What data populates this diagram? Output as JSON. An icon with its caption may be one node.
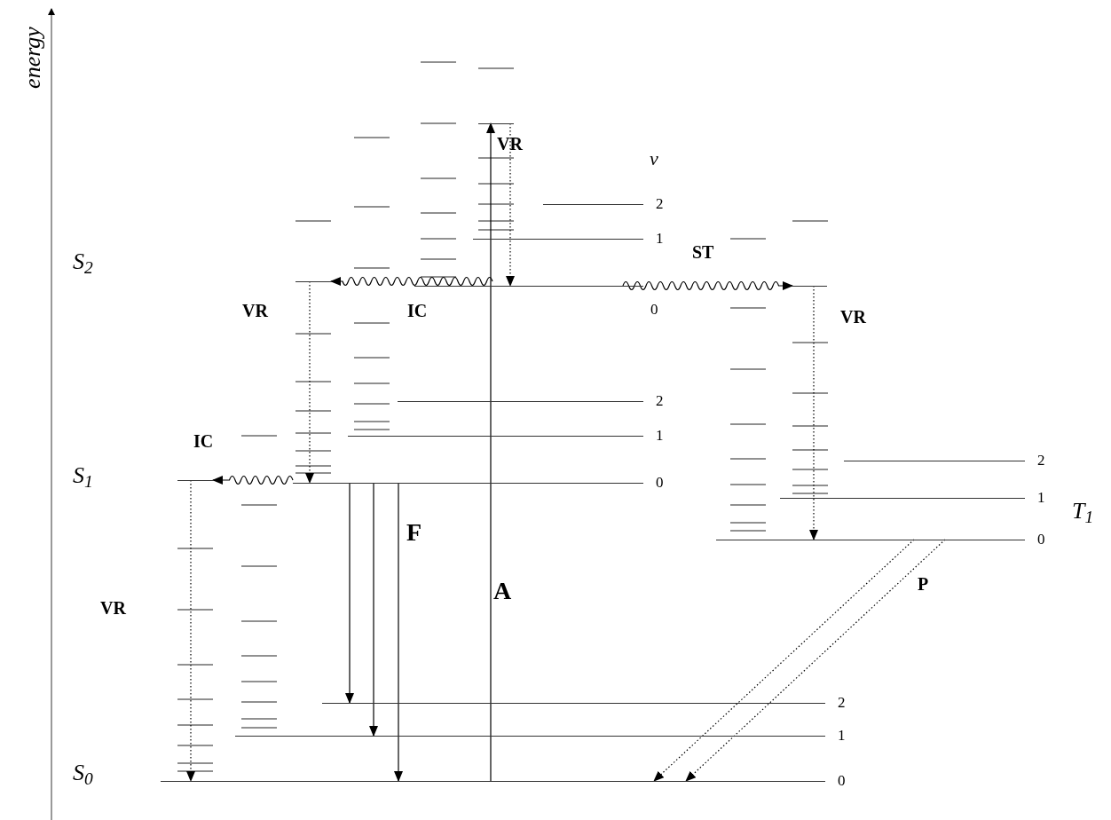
{
  "diagram": {
    "nodes": [
      {
        "text": [],
        "shape": "bar"
      },
      {
        "text": [],
        "shape": "bar",
        "beside": [
          "2"
        ]
      },
      {
        "text": [],
        "shape": "bar",
        "beside": [
          "1"
        ]
      },
      {
        "text": [],
        "shape": "bar"
      },
      {
        "text": [],
        "shape": "bar",
        "beside": [
          "0"
        ]
      },
      {
        "text": [],
        "shape": "bar"
      },
      {
        "text": [],
        "shape": "bar",
        "beside": [
          "2"
        ]
      },
      {
        "text": [],
        "shape": "bar",
        "beside": [
          "1"
        ]
      },
      {
        "text": [],
        "shape": "bar",
        "beside": [
          "2"
        ]
      },
      {
        "text": [],
        "shape": "bar"
      },
      {
        "text": [],
        "shape": "bar",
        "beside": [
          "0"
        ]
      },
      {
        "text": [],
        "shape": "bar",
        "beside": [
          "1"
        ]
      },
      {
        "text": [],
        "shape": "bar",
        "beside": [
          "0"
        ]
      },
      {
        "text": [],
        "shape": "bar",
        "beside": [
          "2"
        ]
      },
      {
        "text": [],
        "shape": "bar",
        "beside": [
          "1"
        ]
      },
      {
        "text": [],
        "shape": "bar",
        "beside": [
          "0"
        ]
      }
    ],
    "edges": [
      {
        "from": 15,
        "to": 0,
        "arrow": "to"
      },
      {
        "from": 0,
        "to": 4,
        "arrow": "to",
        "style": "dashed"
      },
      {
        "from": 4,
        "to": 3,
        "arrow": "to"
      },
      {
        "from": 3,
        "to": 10,
        "arrow": "to",
        "style": "dashed"
      },
      {
        "from": 10,
        "to": 9,
        "arrow": "to"
      },
      {
        "from": 9,
        "to": 15,
        "arrow": "to",
        "style": "dashed"
      },
      {
        "from": 4,
        "to": 5,
        "arrow": "to"
      },
      {
        "from": 5,
        "to": 12,
        "arrow": "to",
        "style": "dashed"
      },
      {
        "from": 10,
        "to": 13,
        "arrow": "to"
      },
      {
        "from": 10,
        "to": 14,
        "arrow": "to"
      },
      {
        "from": 10,
        "to": 15,
        "arrow": "to"
      },
      {
        "from": 12,
        "to": 15,
        "arrow": "to",
        "style": "dashed"
      },
      {
        "from": 12,
        "to": 15,
        "arrow": "to",
        "style": "dashed"
      }
    ],
    "labels": [
      "energy",
      "S$_{2}$",
      "S$_{1}$",
      "S$_{0}$",
      "T$_{1}$",
      "ν",
      "VR",
      "VR",
      "VR",
      "VR",
      "IC",
      "IC",
      "ST",
      "F",
      "A",
      "P"
    ]
  }
}
